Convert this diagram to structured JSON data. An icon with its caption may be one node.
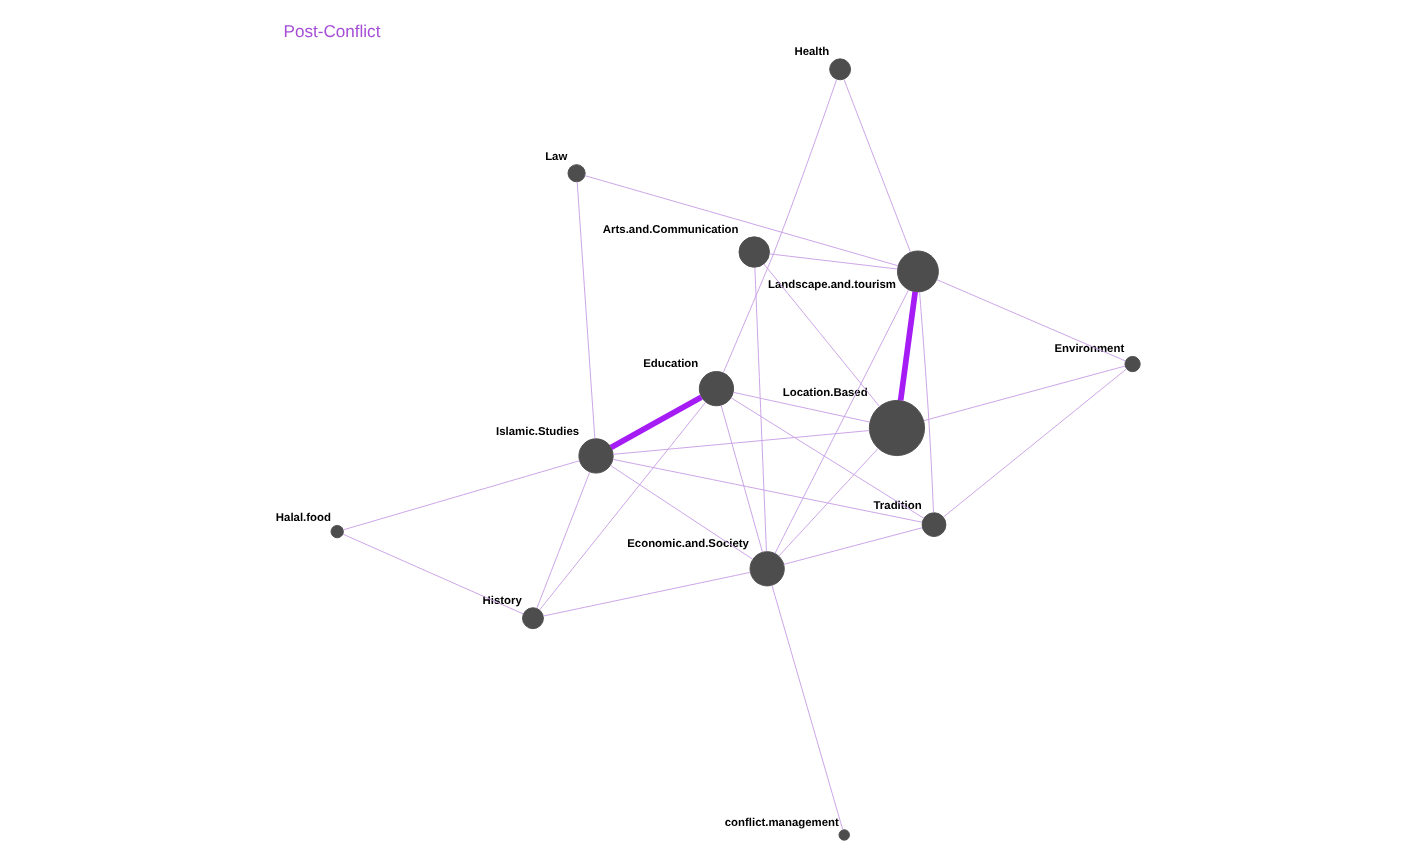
{
  "diagram": {
    "title": "Post-Conflict",
    "nodes": [
      {
        "text": [],
        "shape": "circle",
        "beside": [
          "Islamic.Studies"
        ]
      },
      {
        "text": [],
        "shape": "circle",
        "beside": [
          "Economic.and.Society"
        ]
      },
      {
        "text": [],
        "shape": "circle",
        "beside": [
          "conflict.management"
        ]
      },
      {
        "text": [],
        "shape": "circle",
        "beside": [
          "Halal.food"
        ]
      },
      {
        "text": [],
        "shape": "circle",
        "beside": [
          "Law"
        ]
      },
      {
        "text": [],
        "shape": "circle",
        "beside": [
          "History"
        ]
      },
      {
        "text": [],
        "shape": "circle",
        "beside": [
          "Location.Based"
        ]
      },
      {
        "text": [],
        "shape": "circle",
        "beside": [
          "Health"
        ]
      },
      {
        "text": [],
        "shape": "circle",
        "beside": [
          "Arts.and.Communication"
        ]
      },
      {
        "text": [],
        "shape": "circle",
        "beside": [
          "Tradition"
        ]
      },
      {
        "text": [],
        "shape": "circle",
        "beside": [
          "Education"
        ]
      },
      {
        "text": [],
        "shape": "circle",
        "beside": [
          "Landscape.and.tourism"
        ]
      },
      {
        "text": [],
        "shape": "circle",
        "beside": [
          "Environment"
        ]
      }
    ],
    "edges": [
      {
        "from": 0,
        "to": 10,
        "arrow": "none",
        "style": "thick",
        "color": "#a51cf5"
      },
      {
        "from": 0,
        "to": 1,
        "arrow": "none"
      },
      {
        "from": 0,
        "to": 3,
        "arrow": "none"
      },
      {
        "from": 0,
        "to": 4,
        "arrow": "none"
      },
      {
        "from": 0,
        "to": 5,
        "arrow": "none"
      },
      {
        "from": 0,
        "to": 6,
        "arrow": "none"
      },
      {
        "from": 0,
        "to": 9,
        "arrow": "none"
      },
      {
        "from": 2,
        "to": 1,
        "arrow": "none"
      },
      {
        "from": 1,
        "to": 10,
        "arrow": "none"
      },
      {
        "from": 1,
        "to": 5,
        "arrow": "none"
      },
      {
        "from": 1,
        "to": 6,
        "arrow": "none"
      },
      {
        "from": 1,
        "to": 9,
        "arrow": "none"
      },
      {
        "from": 1,
        "to": 8,
        "arrow": "none"
      },
      {
        "from": 1,
        "to": 11,
        "arrow": "none"
      },
      {
        "from": 3,
        "to": 5,
        "arrow": "none"
      },
      {
        "from": 5,
        "to": 10,
        "arrow": "none"
      },
      {
        "from": 6,
        "to": 10,
        "arrow": "none"
      },
      {
        "from": 7,
        "to": 10,
        "arrow": "none"
      },
      {
        "from": 9,
        "to": 10,
        "arrow": "none"
      },
      {
        "from": 11,
        "to": 6,
        "arrow": "none",
        "style": "thick",
        "color": "#a51cf5"
      },
      {
        "from": 11,
        "to": 8,
        "arrow": "none"
      },
      {
        "from": 11,
        "to": 4,
        "arrow": "none"
      },
      {
        "from": 11,
        "to": 7,
        "arrow": "none"
      },
      {
        "from": 11,
        "to": 9,
        "arrow": "none"
      },
      {
        "from": 11,
        "to": 12,
        "arrow": "none"
      },
      {
        "from": 12,
        "to": 6,
        "arrow": "none"
      },
      {
        "from": 12,
        "to": 9,
        "arrow": "none"
      },
      {
        "from": 8,
        "to": 6,
        "arrow": "none"
      }
    ]
  }
}
